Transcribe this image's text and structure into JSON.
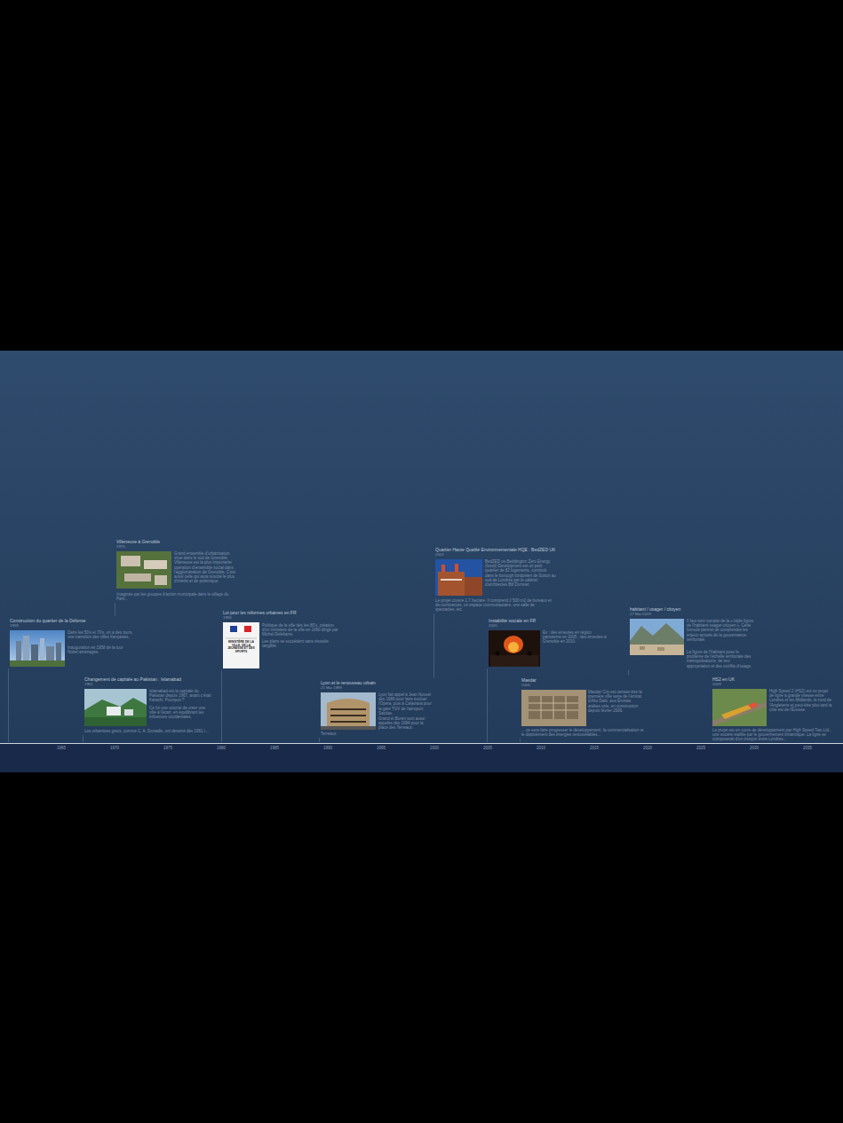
{
  "diagram": {
    "nodes": [
      {
        "text": [
          "Construction du quartier de la Défense",
          "1958",
          "Dans les 50's et 70's, on a des tours, une transition des villes françaises.",
          "Inauguration en 1958 de la tour Nobel aménagée."
        ]
      },
      {
        "text": [
          "Changement de capitale au Pakistan : Islamabad",
          "1961",
          "Islamabad est la capitale du Pakistan depuis 1967, avant c'était Karachi. Pourquoi ?",
          "Ce fut une volonté de créer une ville à l'écart, en équilibrant les influences occidentales.",
          "Les urbanistes grecs, comme C. A. Doxiadis, ont dessiné dès 1961 l..."
        ]
      },
      {
        "text": [
          "Villeneuve à Grenoble",
          "1970",
          "Grand ensemble d'urbanisation situé dans le sud de Grenoble. Villeneuve est la plus importante opération d'ensemble social dans l'agglomération de Grenoble. C'est aussi celle qui aura suscité le plus d'intérêt et de polémique.",
          "Imaginée par les groupes d'action municipale dans le sillage du Parti..."
        ]
      },
      {
        "text": [
          "Loi pour les réformes urbaines en FR",
          "1990",
          "Politique de la ville dès les 80's, création d'un ministère de la ville en 1990 dirigé par Michel Delebarre.",
          "Les plans se succèdent sans réussite tangible."
        ]
      },
      {
        "text": [
          "Lyon et le renouveau urbain",
          "21 Mai 1989",
          "Lyon fait appel à Jean Nouvel dès 1986 pour faire évoluer l'Opéra, puis à Calatrava pour la gare TGV de l'aéroport Satolas.",
          "Grand et Buren sont aussi appelés dès 1994 pour la place des Terreaux.",
          "Terreaux"
        ]
      },
      {
        "text": [
          "Quartier Haute Qualité Environnementale HQE : BedZED UK",
          "2002",
          "BedZED ou Beddington Zero Energy (fossil) Development est un petit quartier de 82 logements, construit dans le borough londonien de Sutton au sud de Londres par le cabinet d'architectes Bill Dunster.",
          "Le projet couvre 1,7 hectare. Il comprend 2 500 m2 de bureaux et de commerces, un espace communautaire, une salle de spectacles, etc."
        ]
      },
      {
        "text": [
          "Instabilité sociale en FR",
          "2005",
          "Ex : des émeutes en région parisienne en 2005 ; des émeutes à Grenoble en 2010."
        ]
      },
      {
        "text": [
          "Masdar",
          "2006",
          "Masdar City est censée être la première ville verte de l'émirat d'Abu Dabi, aux Émirats arabes unis, en construction depuis février 2006.",
          "... ce sera faire progresser le développement, la commercialisation et le déploiement des énergies renouvelables..."
        ]
      },
      {
        "text": [
          "habitant / usager / citoyen",
          "27 Mai 2019",
          "Il faut tenir compte de la « triple figure de l'habitant-usager-citoyen ». Cette formule permet de comprendre les enjeux actuels de la gouvernance territoriale.",
          "La figure de l'habitant pose le problème de l'échelle territoriale des métropolisations, de leur appropriation et des conflits d'usage."
        ]
      },
      {
        "text": [
          "HS2 en UK",
          "2009",
          "High Speed 2 (HS2) est un projet de ligne à grande vitesse entre Londres et les Midlands, le nord de l'Angleterre et peut-être plus tard la côte est de l'Écosse.",
          "Le projet est en cours de développement par High Speed Two Ltd., une société établie par le gouvernement britannique. La ligne se composerait d'un tronçon entre Londres..."
        ]
      }
    ],
    "labels": [
      "1965",
      "1970",
      "1975",
      "1980",
      "1985",
      "1990",
      "1995",
      "2000",
      "2005",
      "2010",
      "2015",
      "2020",
      "2025",
      "2030",
      "2035",
      "MINISTÈRE DE LA VILLE, DE LA JEUNESSE ET DES SPORTS"
    ]
  }
}
